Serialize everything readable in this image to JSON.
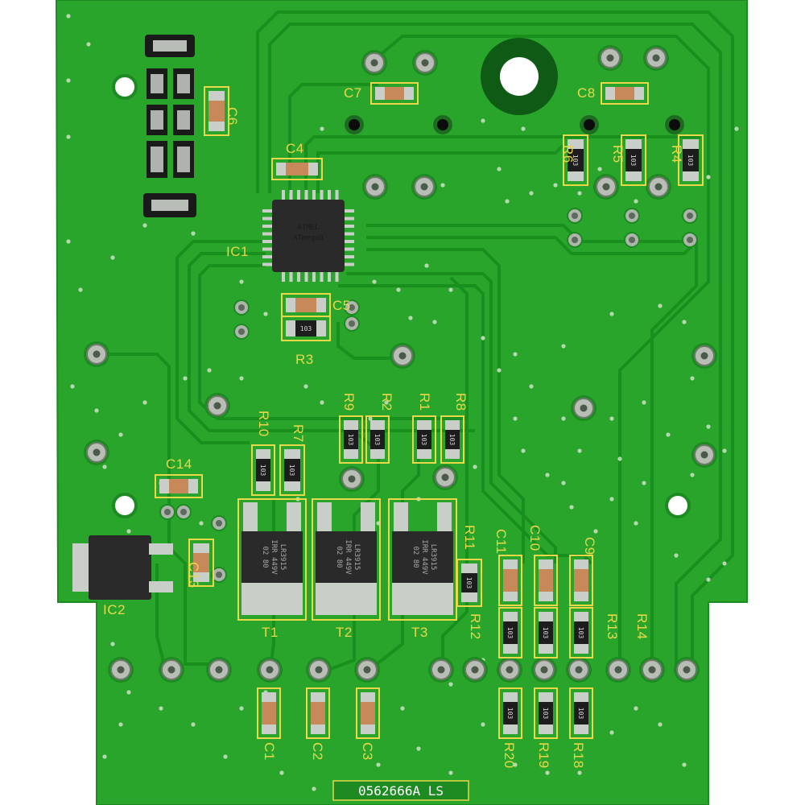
{
  "board": {
    "serial_label": "0562666A LS",
    "colors": {
      "solder_mask": "#2aa52b",
      "solder_mask_dark": "#1e8a22",
      "trace": "#198f1d",
      "silkscreen": "#e8d84a",
      "pad": "#c9cec9",
      "component_body": "#2a2a2a"
    }
  },
  "labels": {
    "ic1": "IC1",
    "ic2": "IC2",
    "t1": "T1",
    "t2": "T2",
    "t3": "T3",
    "c1": "C1",
    "c2": "C2",
    "c3": "C3",
    "c4": "C4",
    "c5": "C5",
    "c6": "C6",
    "c7": "C7",
    "c8": "C8",
    "c9": "C9",
    "c10": "C10",
    "c11": "C11",
    "c13": "C13",
    "c14": "C14",
    "r1": "R1",
    "r2": "R2",
    "r3": "R3",
    "r4": "R4",
    "r5": "R5",
    "r6": "R6",
    "r7": "R7",
    "r8": "R8",
    "r9": "R9",
    "r10": "R10",
    "r11": "R11",
    "r12": "R12",
    "r13": "R13",
    "r14": "R14",
    "r18": "R18",
    "r19": "R19",
    "r20": "R20"
  },
  "markings": {
    "ic1_line1": "ATMEL",
    "ic1_line2": "ATmega8",
    "transistor_line1": "LR3915",
    "transistor_line2": "IRR 449V",
    "transistor_line3": "02 80",
    "resistor_code": "103"
  }
}
